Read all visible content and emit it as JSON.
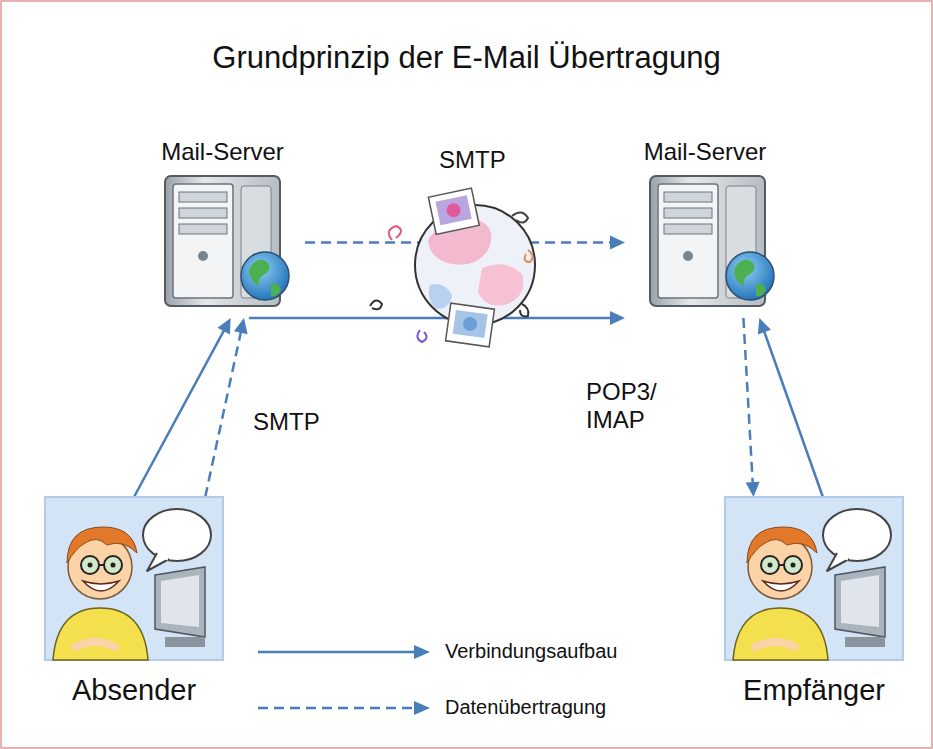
{
  "diagram": {
    "title": "Grundprinzip der E-Mail Übertragung",
    "nodes": [
      {
        "text": [
          "Mail-Server"
        ]
      },
      {
        "text": [
          "Mail-Server"
        ]
      },
      {
        "text": [
          "Absender"
        ]
      },
      {
        "text": [
          "Empfänger"
        ]
      }
    ],
    "edges": [
      {
        "from": 2,
        "to": 0,
        "arrow": "to"
      },
      {
        "from": 2,
        "to": 0,
        "label": "SMTP",
        "arrow": "to"
      },
      {
        "from": 0,
        "to": 1,
        "arrow": "to"
      },
      {
        "from": 0,
        "to": 1,
        "label": "SMTP",
        "arrow": "to"
      },
      {
        "from": 1,
        "to": 3,
        "label": "POP3/ IMAP",
        "arrow": "to"
      },
      {
        "from": 3,
        "to": 1,
        "arrow": "to"
      }
    ],
    "legend": [
      {
        "text": "Verbindungsaufbau"
      },
      {
        "text": "Datenübertragung"
      }
    ]
  }
}
